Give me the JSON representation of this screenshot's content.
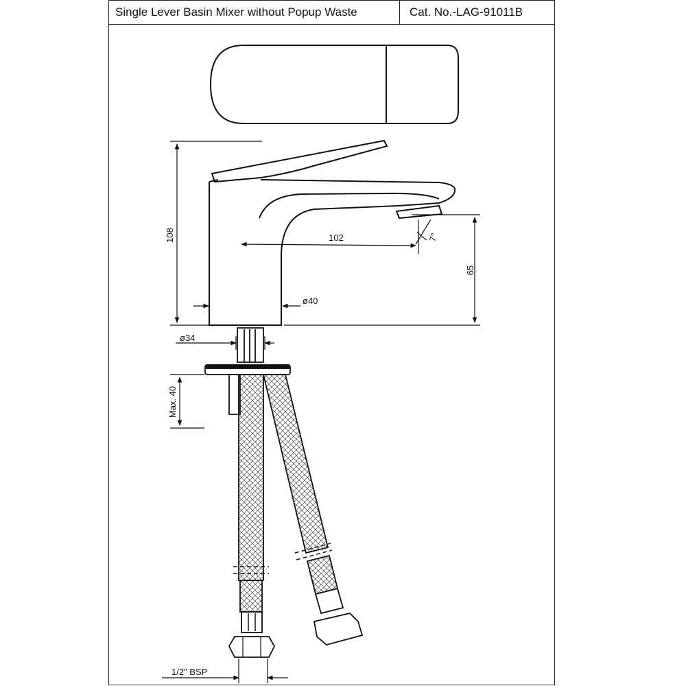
{
  "header": {
    "product_name": "Single Lever Basin Mixer without Popup Waste",
    "catalog_number": "Cat. No.-LAG-91011B"
  },
  "dimensions": {
    "height": "108",
    "spout_reach": "102",
    "spout_angle": "7°",
    "spout_height": "65",
    "body_diameter": "ø40",
    "base_diameter": "ø34",
    "max_counter_thickness": "Max. 40",
    "thread_size": "1/2\" BSP"
  }
}
